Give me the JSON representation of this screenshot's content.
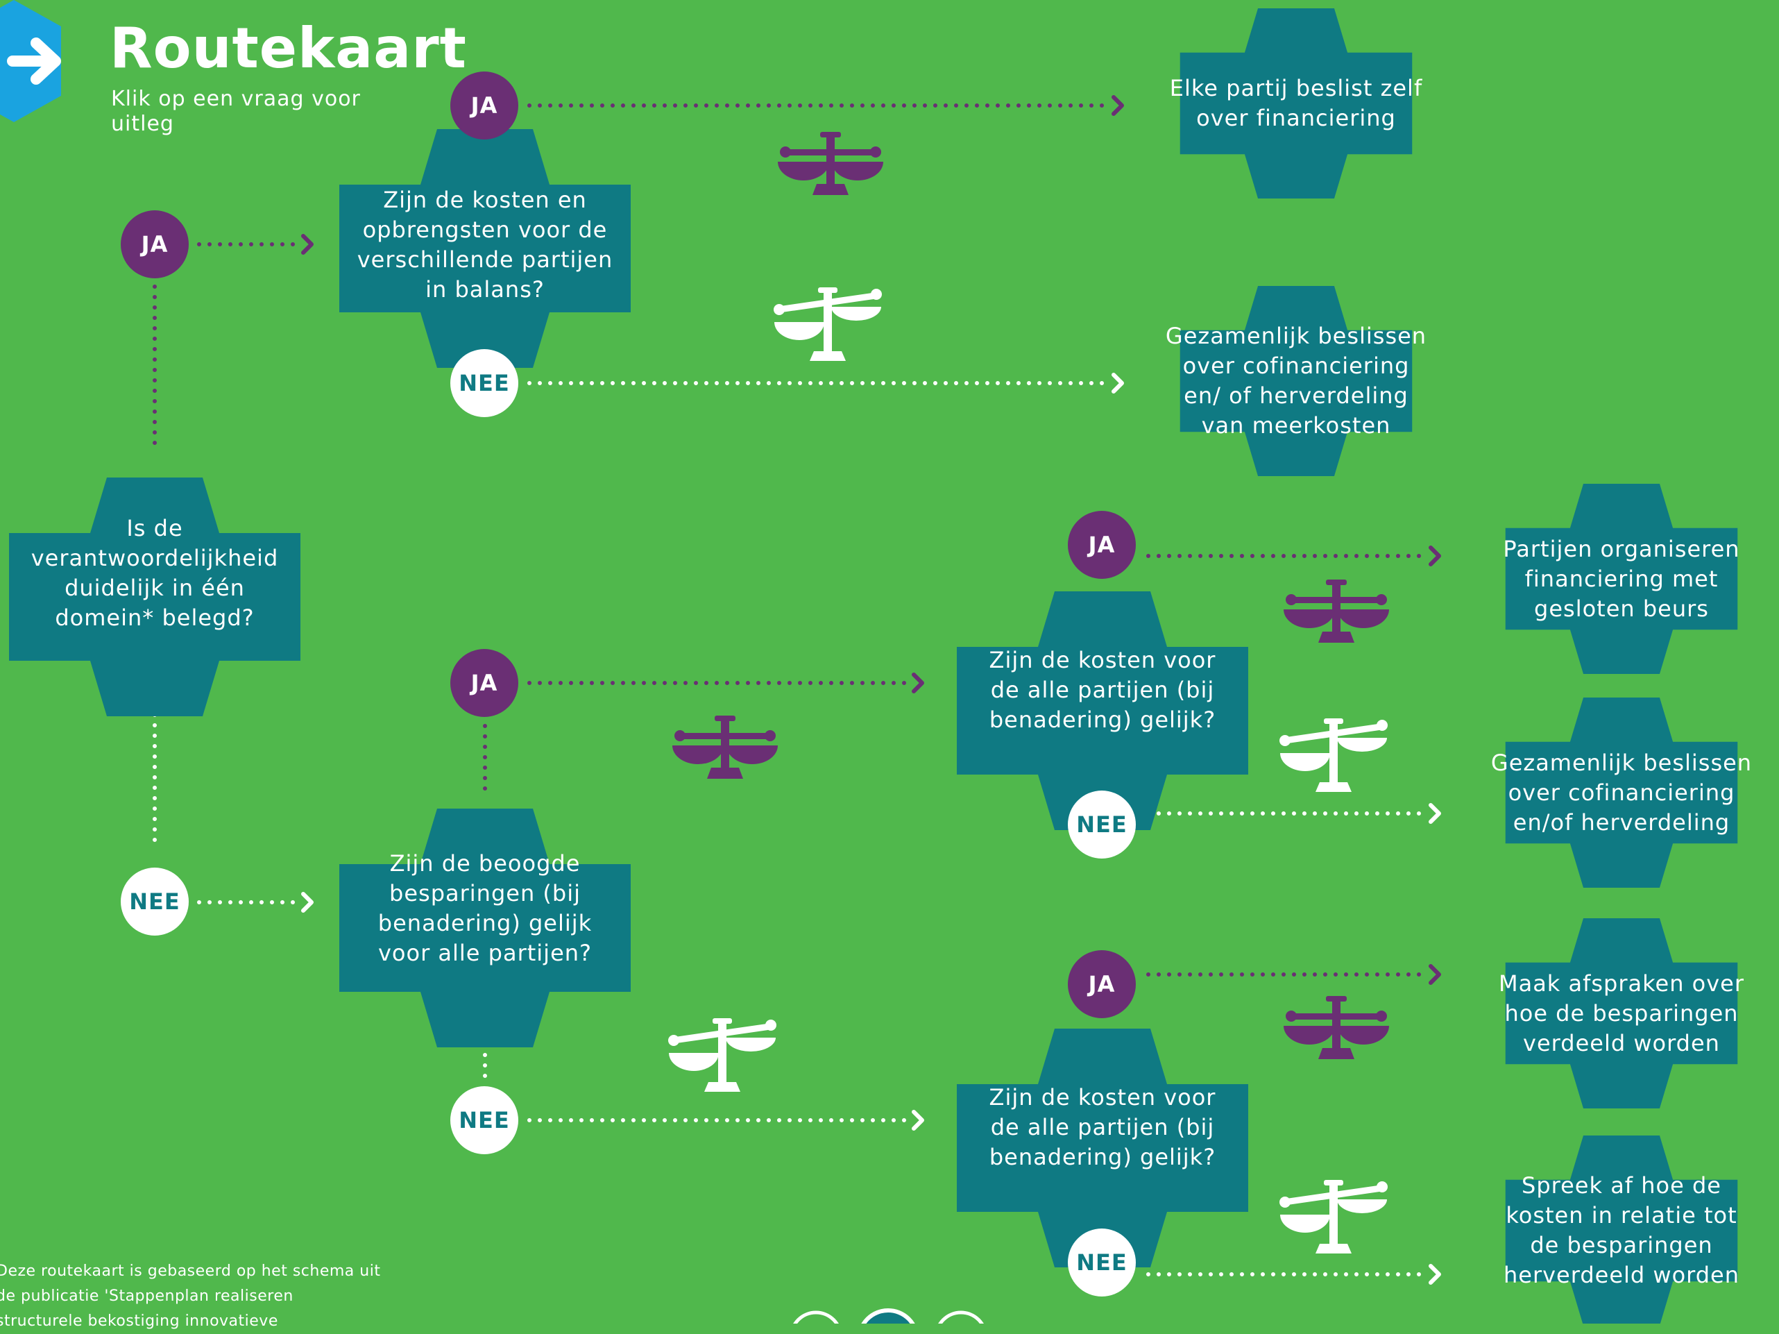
{
  "header": {
    "title": "Routekaart",
    "subtitle": "Klik op een vraag voor uitleg"
  },
  "nodes": {
    "q_domain": "Is de verantwoordelijkheid duidelijk in één domein* belegd?",
    "q_balance": "Zijn de kosten en opbrengsten voor de verschillende partijen in balans?",
    "q_savings": "Zijn de beoogde besparingen (bij benadering) gelijk voor alle partijen?",
    "q_costs_a": "Zijn de kosten voor de alle partijen (bij benadering) gelijk?",
    "q_costs_b": "Zijn de kosten voor de alle partijen (bij benadering) gelijk?",
    "o_self": "Elke partij beslist zelf over financiering",
    "o_joint": "Gezamenlijk beslissen over cofinanciering en/ of herverdeling van meerkosten",
    "o_closed": "Partijen organiseren financiering met gesloten beurs",
    "o_joint2": "Gezamenlijk beslissen over cofinanciering en/of herverdeling",
    "o_agree": "Maak afspraken over hoe de besparingen verdeeld worden",
    "o_costs": "Spreek af hoe de kosten in relatie tot de besparingen herverdeeld worden"
  },
  "badges": {
    "yes": "JA",
    "no": "NEE"
  },
  "footnote": "Deze routekaart is gebaseerd op het schema uit de publicatie 'Stappenplan realiseren structurele bekostiging innovatieve",
  "colors": {
    "background": "#50b84c",
    "box": "#0f7a83",
    "yes": "#6a2f74",
    "no": "#ffffff",
    "logo": "#1aa3e0"
  },
  "icons": {
    "logo": "arrow-right-icon",
    "balanced": "scale-balanced-icon",
    "unbalanced": "scale-tilted-icon"
  }
}
